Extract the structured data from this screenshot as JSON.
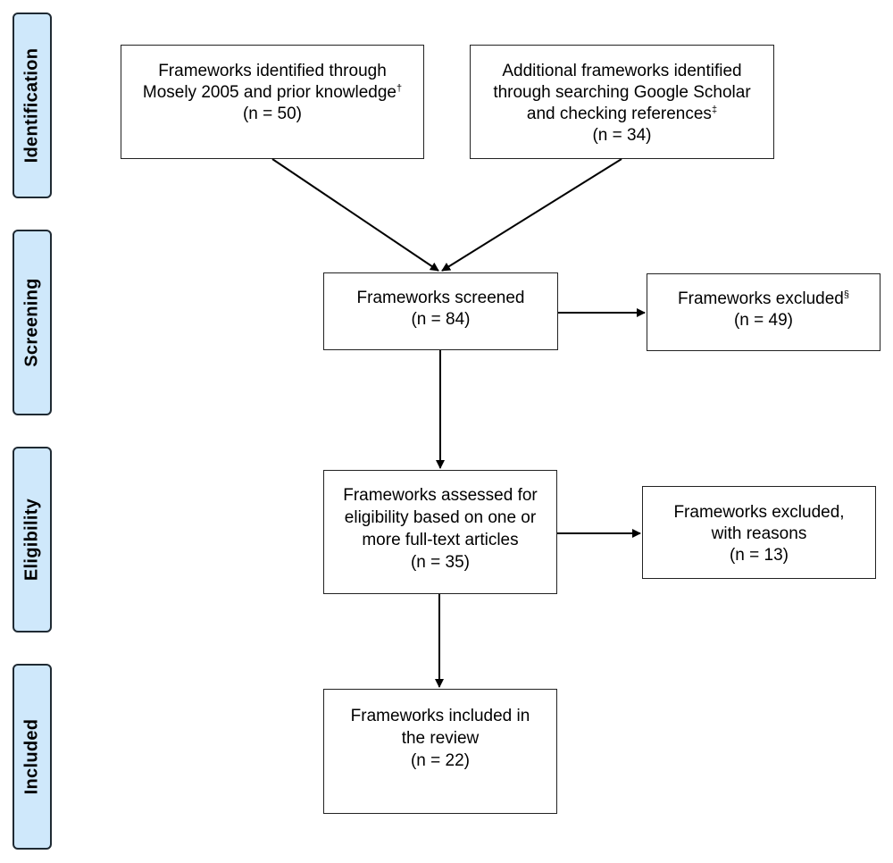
{
  "stages": {
    "identification": "Identification",
    "screening": "Screening",
    "eligibility": "Eligibility",
    "included": "Included"
  },
  "boxes": {
    "identified_prior": {
      "line1": "Frameworks identified through",
      "line2": "Mosely 2005 and prior knowledge",
      "mark": "†",
      "count": "(n =  50)"
    },
    "identified_additional": {
      "line1": "Additional frameworks identified",
      "line2": "through searching Google Scholar",
      "line3": "and checking references",
      "mark": "‡",
      "count": "(n = 34)"
    },
    "screened": {
      "line1": "Frameworks screened",
      "count": "(n =  84)"
    },
    "excluded_screening": {
      "line1": "Frameworks excluded",
      "mark": "§",
      "count": "(n =  49)"
    },
    "eligibility": {
      "line1": "Frameworks assessed for",
      "line2": "eligibility based on one or",
      "line3": "more full-text articles",
      "count": "(n = 35)"
    },
    "excluded_eligibility": {
      "line1": "Frameworks excluded,",
      "line2": "with reasons",
      "count": "(n = 13)"
    },
    "included": {
      "line1": "Frameworks included in",
      "line2": "the review",
      "count": "(n =  22)"
    }
  }
}
